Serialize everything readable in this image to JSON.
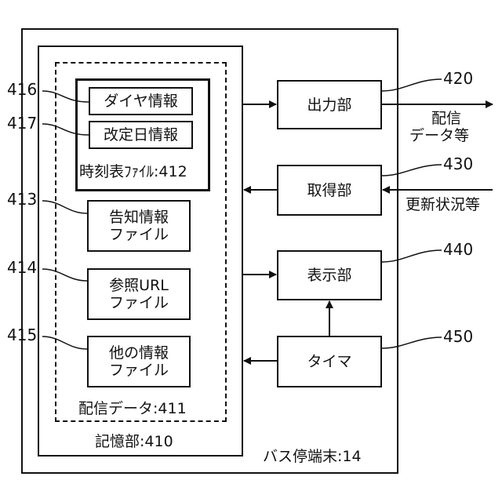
{
  "terminal": {
    "label": "バス停端末:14"
  },
  "storage": {
    "label": "記憶部:410"
  },
  "distribution_data": {
    "label": "配信データ:411"
  },
  "timetable_file": {
    "label": "時刻表ﾌｧｲﾙ:412",
    "diagram_info": "ダイヤ情報",
    "revision_info": "改定日情報"
  },
  "notice_file": {
    "line1": "告知情報",
    "line2": "ファイル"
  },
  "url_file": {
    "line1": "参照URL",
    "line2": "ファイル"
  },
  "other_file": {
    "line1": "他の情報",
    "line2": "ファイル"
  },
  "units": {
    "output": "出力部",
    "acquire": "取得部",
    "display": "表示部",
    "timer": "タイマ"
  },
  "io": {
    "output_line1": "配信",
    "output_line2": "データ等",
    "input": "更新状況等"
  },
  "refs": {
    "r416": "416",
    "r417": "417",
    "r413": "413",
    "r414": "414",
    "r415": "415",
    "r420": "420",
    "r430": "430",
    "r440": "440",
    "r450": "450"
  }
}
